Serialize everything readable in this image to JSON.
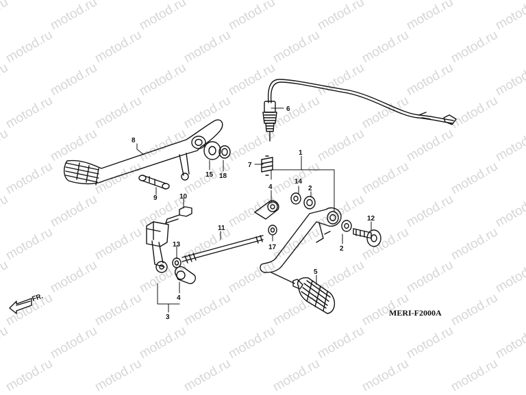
{
  "watermark": {
    "text": "motod.ru"
  },
  "diagram_code": "MERI-F2000A",
  "direction_label": "FR.",
  "part_labels": {
    "p1": "1",
    "p2a": "2",
    "p2b": "2",
    "p3": "3",
    "p4a": "4",
    "p4b": "4",
    "p5": "5",
    "p6": "6",
    "p7": "7",
    "p8": "8",
    "p9": "9",
    "p10": "10",
    "p11": "11",
    "p12": "12",
    "p13": "13",
    "p14": "14",
    "p15": "15",
    "p17": "17",
    "p18": "18"
  }
}
